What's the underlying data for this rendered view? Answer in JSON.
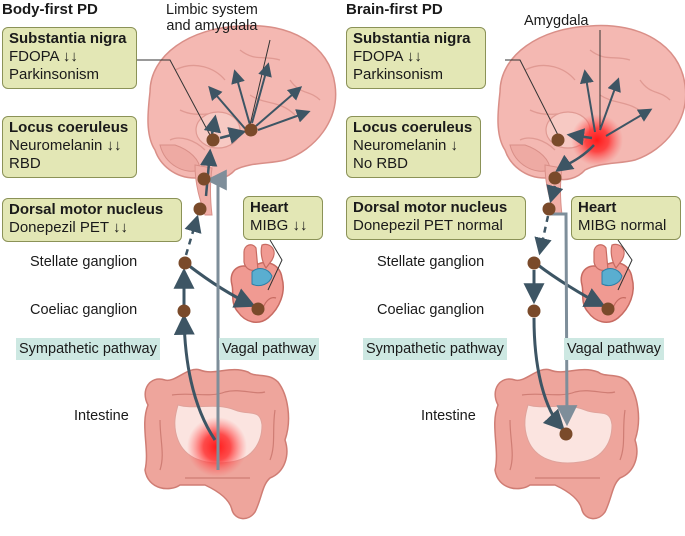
{
  "panels": [
    {
      "title": "Body-first PD",
      "limbic": "Limbic system\nand amygdala",
      "sn": {
        "title": "Substantia nigra",
        "lines": [
          "FDOPA ↓↓",
          "Parkinsonism"
        ]
      },
      "lc": {
        "title": "Locus coeruleus",
        "lines": [
          "Neuromelanin ↓↓",
          "RBD"
        ]
      },
      "dmn": {
        "title": "Dorsal motor nucleus",
        "lines": [
          "Donepezil PET ↓↓"
        ]
      },
      "heart": {
        "title": "Heart",
        "lines": [
          "MIBG ↓↓"
        ]
      },
      "stellate": "Stellate ganglion",
      "coeliac": "Coeliac ganglion",
      "sympathetic": "Sympathetic pathway",
      "vagal": "Vagal pathway",
      "intestine": "Intestine"
    },
    {
      "title": "Brain-first PD",
      "amygdala": "Amygdala",
      "sn": {
        "title": "Substantia nigra",
        "lines": [
          "FDOPA ↓↓",
          "Parkinsonism"
        ]
      },
      "lc": {
        "title": "Locus coeruleus",
        "lines": [
          "Neuromelanin ↓",
          "No RBD"
        ]
      },
      "dmn": {
        "title": "Dorsal motor nucleus",
        "lines": [
          "Donepezil PET normal"
        ]
      },
      "heart": {
        "title": "Heart",
        "lines": [
          "MIBG normal"
        ]
      },
      "stellate": "Stellate ganglion",
      "coeliac": "Coeliac ganglion",
      "sympathetic": "Sympathetic pathway",
      "vagal": "Vagal pathway",
      "intestine": "Intestine"
    }
  ],
  "colors": {
    "brain": "#f4b8b2",
    "brain_outline": "#d98f88",
    "intestine": "#eea59c",
    "box_fill": "#e3e7b5",
    "box_border": "#8b9257",
    "pathway_fill": "#cde8e2",
    "node": "#7a4a2a",
    "arrow": "#3d5564",
    "vagal_arrow": "#7e8e9a",
    "heart": "#f09a92",
    "heart_vessel": "#5aaed0",
    "lesion": "#ff2020"
  },
  "icons": [
    "brain-illustration",
    "intestine-illustration",
    "heart-illustration",
    "ganglion-node",
    "lesion-glow"
  ]
}
